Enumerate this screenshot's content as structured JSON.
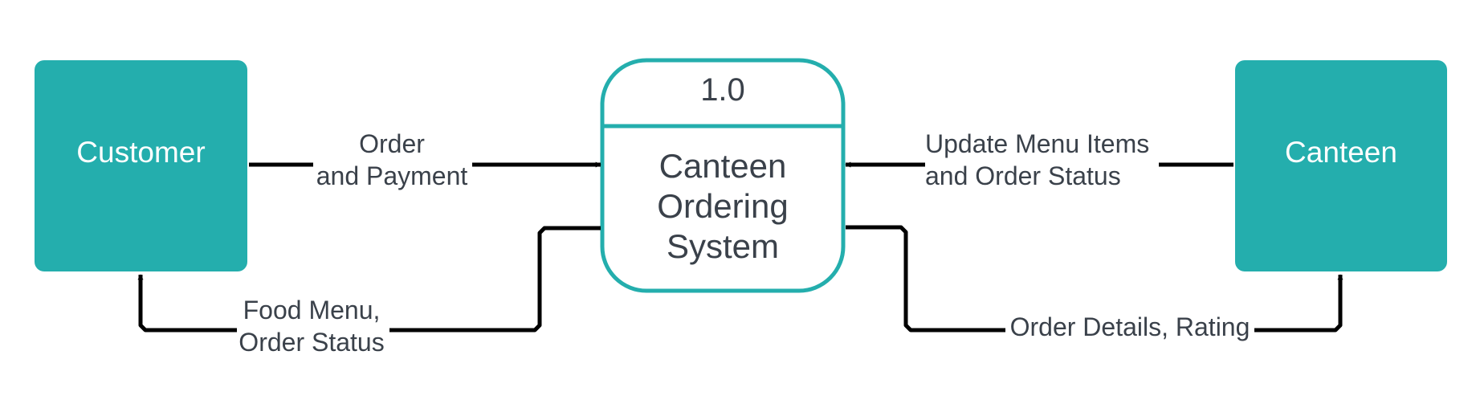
{
  "colors": {
    "entity_fill": "#24aead",
    "process_stroke": "#24aead",
    "text": "#3a414a",
    "arrow": "#000000"
  },
  "entities": {
    "customer": {
      "label": "Customer"
    },
    "canteen": {
      "label": "Canteen"
    }
  },
  "process": {
    "id": "1.0",
    "name_lines": [
      "Canteen",
      "Ordering",
      "System"
    ]
  },
  "flows": {
    "order_payment": [
      "Order",
      "and Payment"
    ],
    "update_menu": [
      "Update Menu Items",
      "and Order Status"
    ],
    "food_menu": [
      "Food Menu,",
      "Order Status"
    ],
    "order_details": [
      "Order Details, Rating"
    ]
  }
}
